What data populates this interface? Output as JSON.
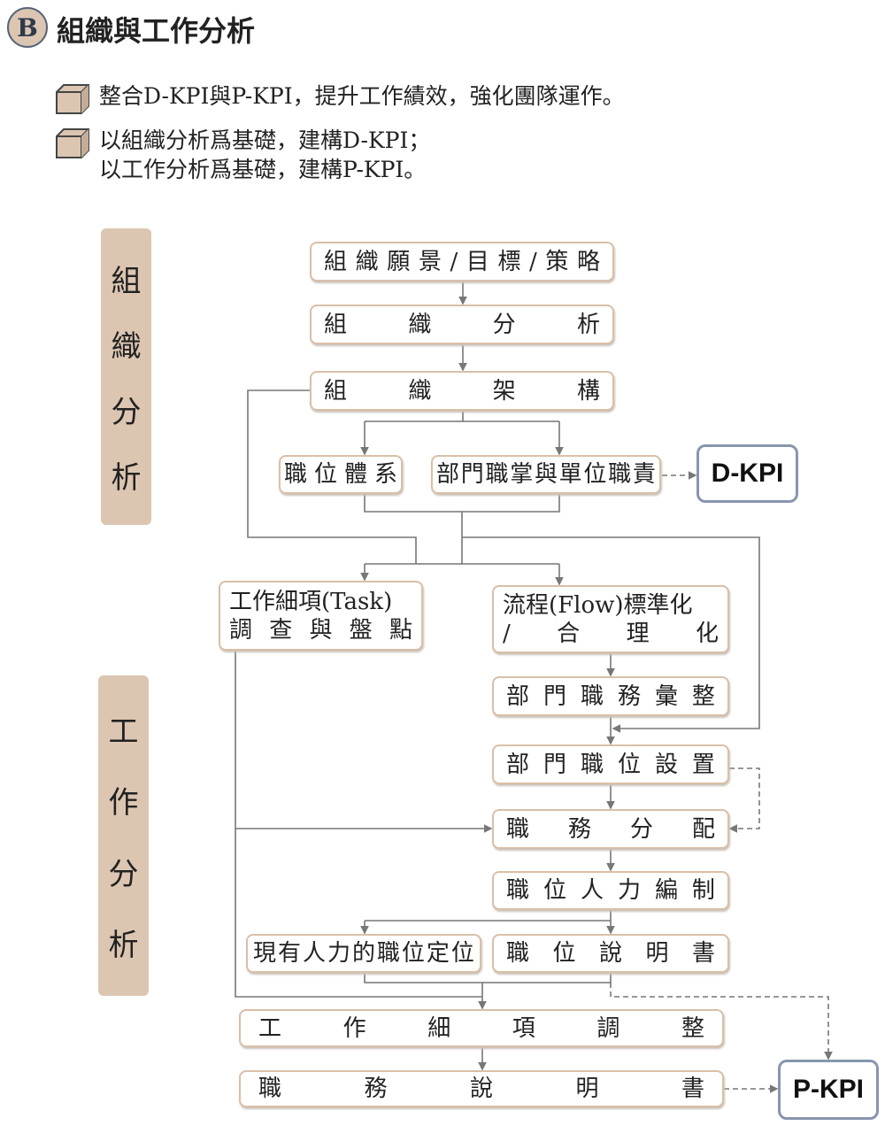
{
  "header": {
    "badge": "B",
    "title": "組織與工作分析"
  },
  "bullets": [
    "整合D-KPI與P-KPI，提升工作績效，強化團隊運作。",
    "以組織分析爲基礎，建構D-KPI；",
    "以工作分析爲基礎，建構P-KPI。"
  ],
  "side": {
    "org": [
      "組",
      "織",
      "分",
      "析"
    ],
    "job": [
      "工",
      "作",
      "分",
      "析"
    ]
  },
  "boxes": {
    "vision": "組織願景/目標/策略",
    "org_analysis": "組織分析",
    "org_structure": "組織架構",
    "position_system": "職位體系",
    "dept_duties": "部門職掌與單位職責",
    "task_survey_1": "工作細項(Task)",
    "task_survey_2": "調查與盤點",
    "flow_1": "流程(Flow)標準化",
    "flow_2": "/合理化",
    "dept_job_summary": "部門職務彙整",
    "dept_position_setup": "部門職位設置",
    "job_assignment": "職務分配",
    "staffing": "職位人力編制",
    "current_staff_position": "現有人力的職位定位",
    "position_description": "職位說明書",
    "task_adjustment": "工作細項調整",
    "job_description": "職務說明書"
  },
  "kpi": {
    "d": "D-KPI",
    "p": "P-KPI"
  },
  "colors": {
    "accent": "#dcc6b2",
    "box_border": "#d9bfa8",
    "kpi_border": "#8796ad",
    "line": "#777777"
  }
}
